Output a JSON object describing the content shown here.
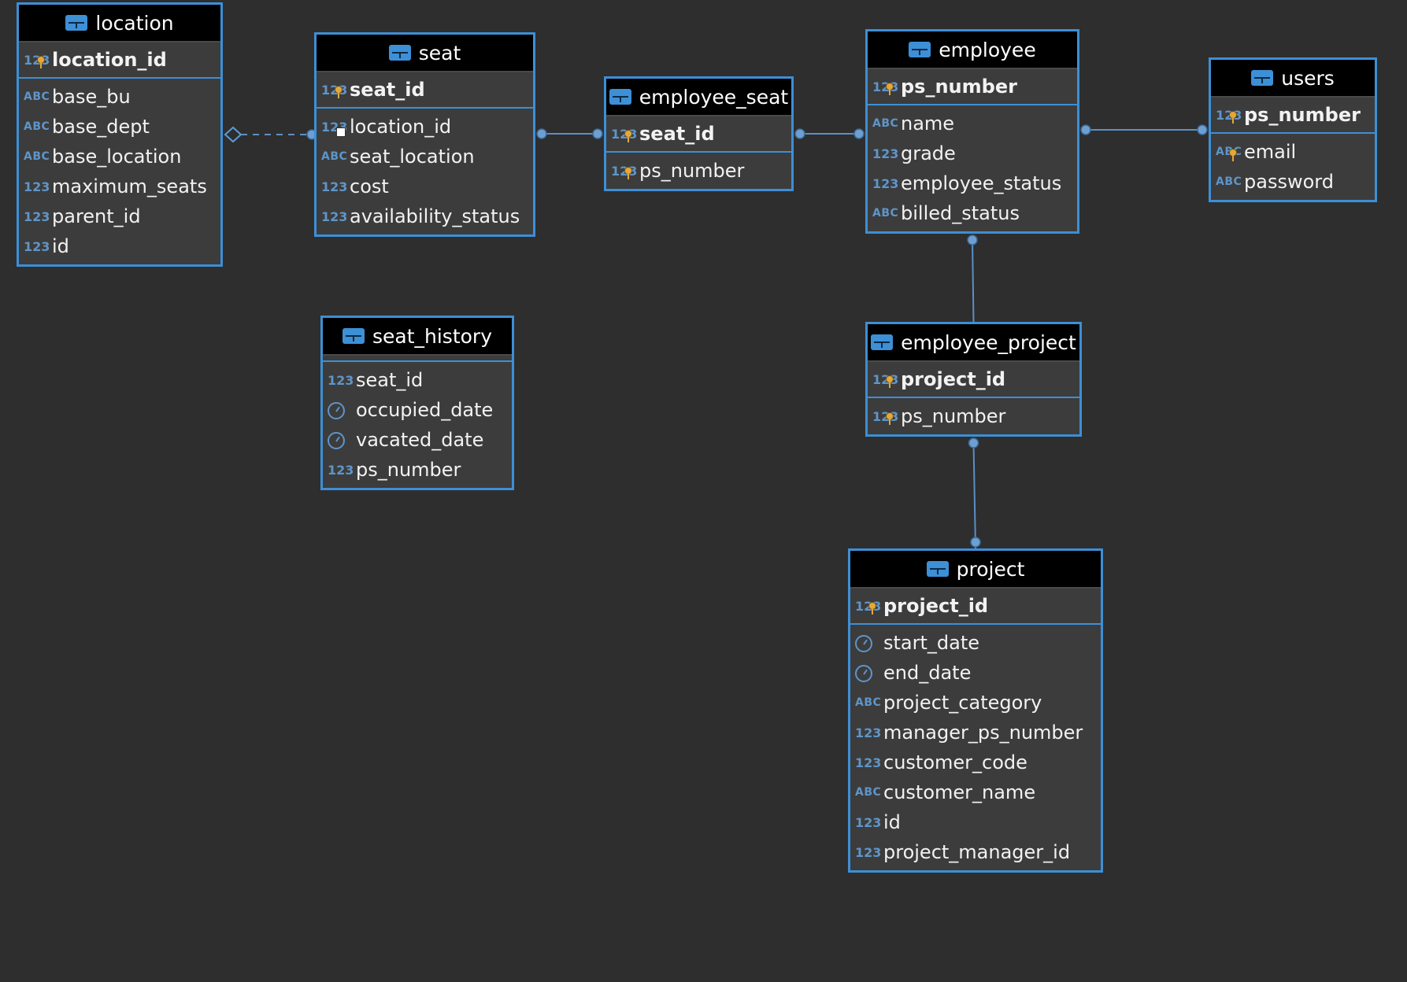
{
  "diagram": {
    "entities": {
      "location": {
        "title": "location",
        "pk": [
          {
            "name": "location_id",
            "type": "123",
            "key": true
          }
        ],
        "columns": [
          {
            "name": "base_bu",
            "type": "ABC"
          },
          {
            "name": "base_dept",
            "type": "ABC"
          },
          {
            "name": "base_location",
            "type": "ABC"
          },
          {
            "name": "maximum_seats",
            "type": "123"
          },
          {
            "name": "parent_id",
            "type": "123"
          },
          {
            "name": "id",
            "type": "123"
          }
        ]
      },
      "seat": {
        "title": "seat",
        "pk": [
          {
            "name": "seat_id",
            "type": "123",
            "key": true
          }
        ],
        "columns": [
          {
            "name": "location_id",
            "type": "123",
            "fk": true
          },
          {
            "name": "seat_location",
            "type": "ABC"
          },
          {
            "name": "cost",
            "type": "123"
          },
          {
            "name": "availability_status",
            "type": "123"
          }
        ]
      },
      "employee_seat": {
        "title": "employee_seat",
        "pk": [
          {
            "name": "seat_id",
            "type": "123",
            "key": true
          }
        ],
        "columns": [
          {
            "name": "ps_number",
            "type": "123",
            "key": true
          }
        ]
      },
      "employee": {
        "title": "employee",
        "pk": [
          {
            "name": "ps_number",
            "type": "123",
            "key": true
          }
        ],
        "columns": [
          {
            "name": "name",
            "type": "ABC"
          },
          {
            "name": "grade",
            "type": "123"
          },
          {
            "name": "employee_status",
            "type": "123"
          },
          {
            "name": "billed_status",
            "type": "ABC"
          }
        ]
      },
      "users": {
        "title": "users",
        "pk": [
          {
            "name": "ps_number",
            "type": "123",
            "key": true
          }
        ],
        "columns": [
          {
            "name": "email",
            "type": "ABC",
            "key": true
          },
          {
            "name": "password",
            "type": "ABC"
          }
        ]
      },
      "seat_history": {
        "title": "seat_history",
        "pk": [],
        "columns": [
          {
            "name": "seat_id",
            "type": "123"
          },
          {
            "name": "occupied_date",
            "type": "date"
          },
          {
            "name": "vacated_date",
            "type": "date"
          },
          {
            "name": "ps_number",
            "type": "123"
          }
        ]
      },
      "employee_project": {
        "title": "employee_project",
        "pk": [
          {
            "name": "project_id",
            "type": "123",
            "key": true
          }
        ],
        "columns": [
          {
            "name": "ps_number",
            "type": "123",
            "key": true
          }
        ]
      },
      "project": {
        "title": "project",
        "pk": [
          {
            "name": "project_id",
            "type": "123",
            "key": true
          }
        ],
        "columns": [
          {
            "name": "start_date",
            "type": "date"
          },
          {
            "name": "end_date",
            "type": "date"
          },
          {
            "name": "project_category",
            "type": "ABC"
          },
          {
            "name": "manager_ps_number",
            "type": "123"
          },
          {
            "name": "customer_code",
            "type": "123"
          },
          {
            "name": "customer_name",
            "type": "ABC"
          },
          {
            "name": "id",
            "type": "123"
          },
          {
            "name": "project_manager_id",
            "type": "123"
          }
        ]
      }
    },
    "relationships": [
      {
        "from": "location",
        "to": "seat",
        "style": "dashed"
      },
      {
        "from": "seat",
        "to": "employee_seat",
        "style": "solid"
      },
      {
        "from": "employee_seat",
        "to": "employee",
        "style": "solid"
      },
      {
        "from": "employee",
        "to": "users",
        "style": "solid"
      },
      {
        "from": "employee",
        "to": "employee_project",
        "style": "solid"
      },
      {
        "from": "employee_project",
        "to": "project",
        "style": "solid"
      }
    ],
    "colors": {
      "background": "#2e2e2e",
      "entity_border": "#3d8fd6",
      "header": "#000000",
      "body": "#3c3c3c",
      "type_icon": "#5e95c9",
      "line": "#5b8fc4"
    }
  }
}
